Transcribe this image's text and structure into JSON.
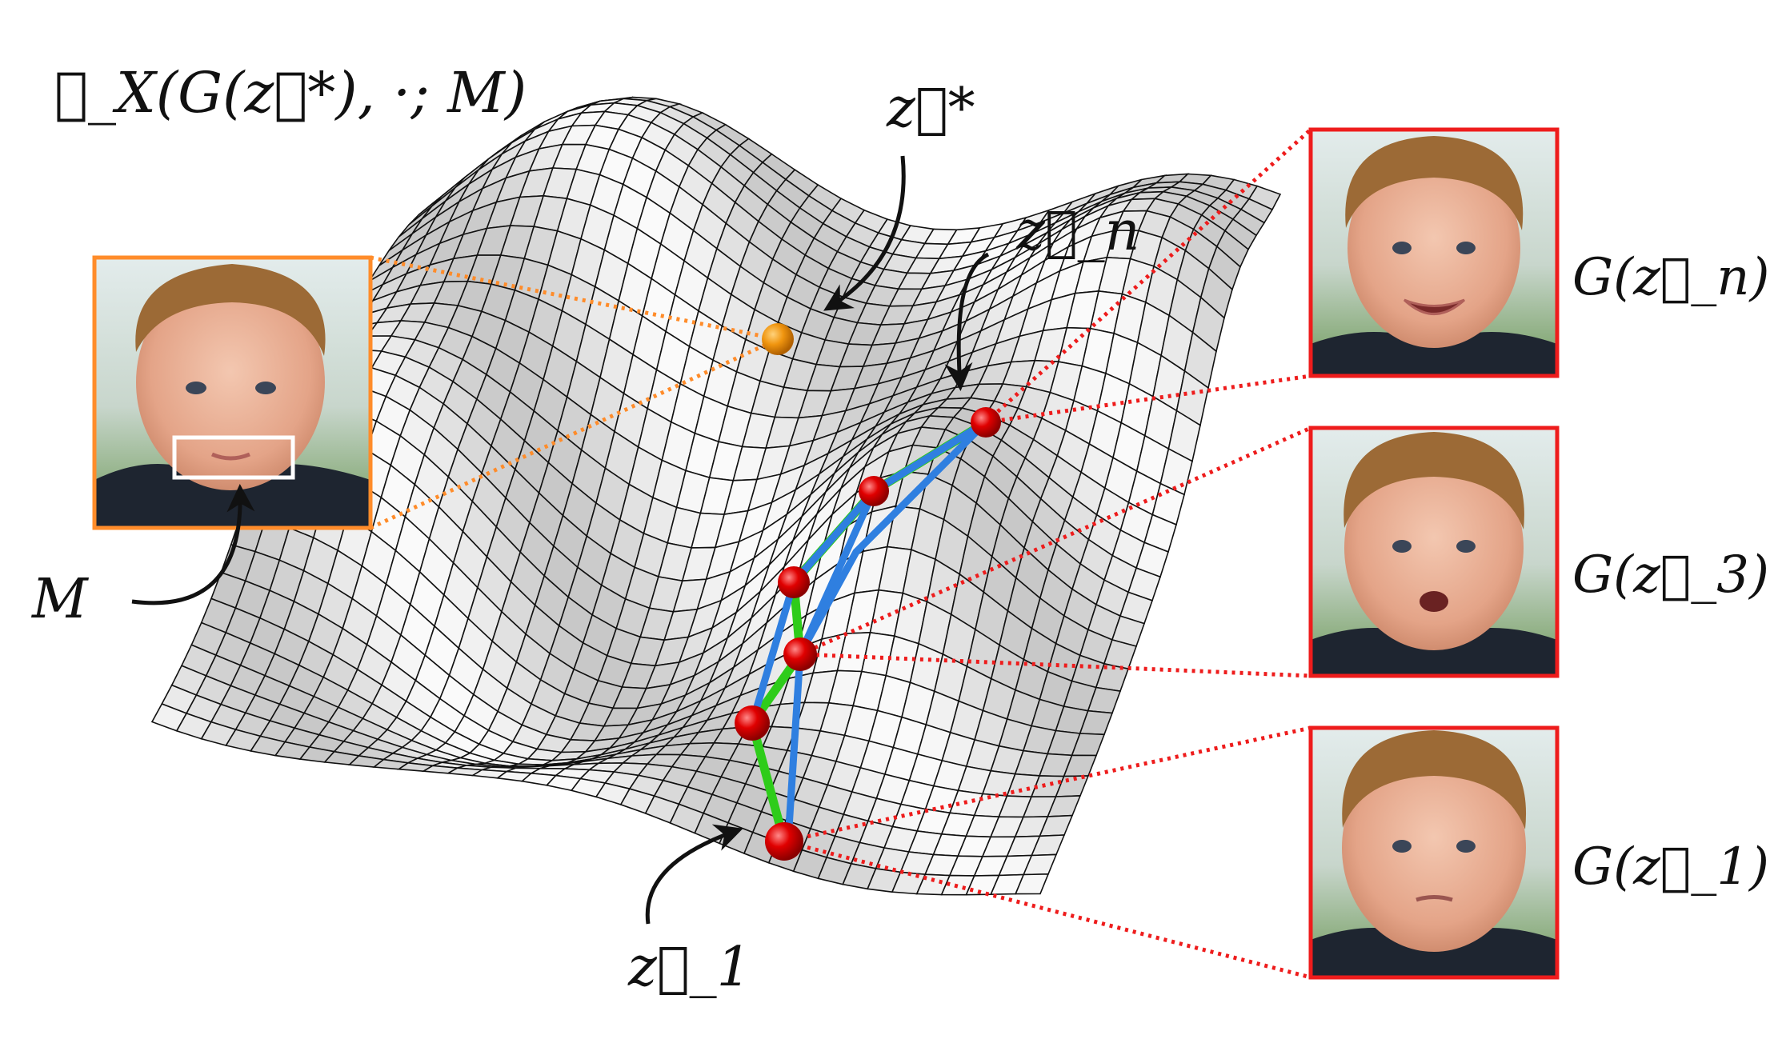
{
  "title_formula": "ℒ_X(G(z⃗*), ·; M)",
  "labels": {
    "z_star": "z⃗*",
    "z_n": "z⃗_n",
    "z_1": "z⃗_1",
    "mask": "M"
  },
  "outputs": [
    {
      "label": "G(z⃗_n)"
    },
    {
      "label": "G(z⃗_3)"
    },
    {
      "label": "G(z⃗_1)"
    }
  ],
  "colors": {
    "input_frame": "#ff8c2a",
    "output_frame": "#ee1c1c",
    "optimum_point": "#f0950f",
    "trajectory_point": "#e00000",
    "path_green": "#2ecc1a",
    "path_blue": "#2f7fe0",
    "mesh_line": "#111111",
    "mask_box": "#ffffff"
  },
  "icons": [
    "face-photo-input",
    "face-photo-output-n",
    "face-photo-output-3",
    "face-photo-output-1",
    "curved-arrow"
  ]
}
